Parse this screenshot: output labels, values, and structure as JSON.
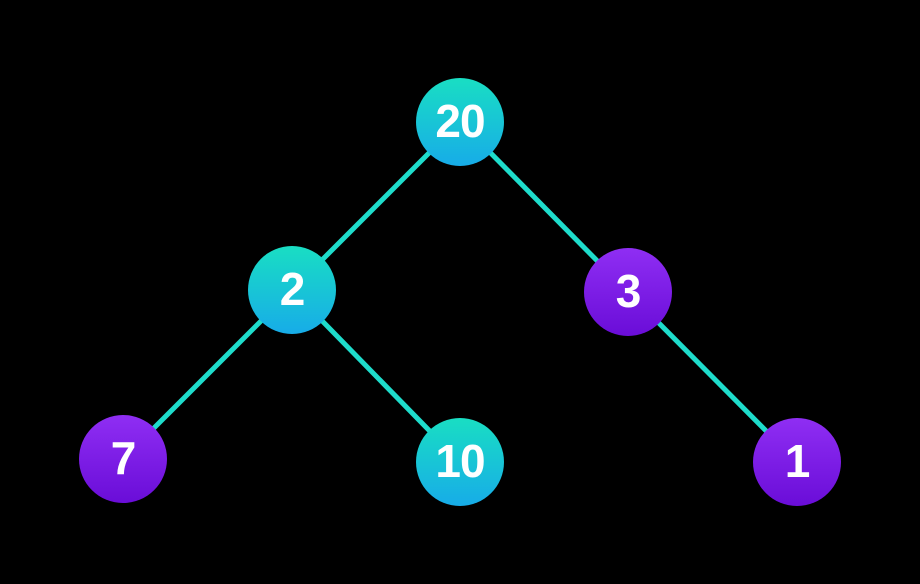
{
  "diagram": {
    "kind": "binary-tree",
    "background_color": "#000000",
    "edge_color": "#1edccb",
    "node_text_color": "#ffffff",
    "node_colors": {
      "cyan_gradient_top": "#19dec3",
      "cyan_gradient_bottom": "#17ace8",
      "purple_gradient_top": "#8f2ef3",
      "purple_gradient_bottom": "#6a0dd8"
    },
    "nodes": [
      {
        "label": "20",
        "color": "cyan",
        "role": "root"
      },
      {
        "label": "2",
        "color": "cyan",
        "role": "left-child-of-20"
      },
      {
        "label": "3",
        "color": "purple",
        "role": "right-child-of-20"
      },
      {
        "label": "7",
        "color": "purple",
        "role": "left-child-of-2"
      },
      {
        "label": "10",
        "color": "cyan",
        "role": "right-child-of-2"
      },
      {
        "label": "1",
        "color": "purple",
        "role": "right-child-of-3"
      }
    ],
    "edges": [
      {
        "from": "20",
        "to": "2"
      },
      {
        "from": "20",
        "to": "3"
      },
      {
        "from": "2",
        "to": "7"
      },
      {
        "from": "2",
        "to": "10"
      },
      {
        "from": "3",
        "to": "1"
      }
    ]
  }
}
